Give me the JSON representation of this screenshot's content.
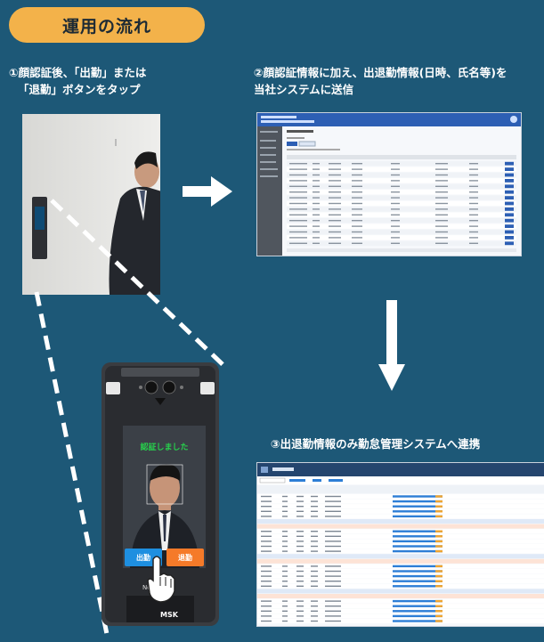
{
  "section_title": "運用の流れ",
  "steps": {
    "step1_line1": "①顔認証後、「出勤」または",
    "step1_line2": "「退勤」ボタンをタップ",
    "step2_line1": "②顔認証情報に加え、出退勤情報(日時、氏名等)を",
    "step2_line2": "当社システムに送信",
    "step3": "③出退勤情報のみ勤怠管理システムへ連携"
  },
  "device": {
    "auth_message": "認証しました",
    "in_button": "出勤",
    "out_button": "退勤",
    "brand_name": "Noqtoa",
    "maker": "MSK"
  },
  "colors": {
    "background": "#1d5877",
    "pill": "#f3b24a",
    "in_button": "#1e8fe0",
    "out_button": "#f57a29"
  }
}
